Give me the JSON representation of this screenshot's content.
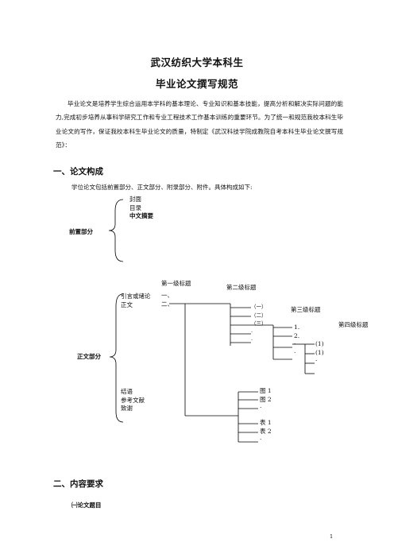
{
  "doc": {
    "title_line1": "武汉纺织大学本科生",
    "title_line2": "毕业论文撰写规范",
    "intro": "毕业论文是培养学生综合运用本学科的基本理论、专业知识和基本技能，提高分析和解决实际问题的能力,完成初步培养从事科学研究工作和专业工程技术工作基本训练的重要环节。为了统一和规范我校本科生毕业论文的写作，保证我校本科生毕业论文的质量，特制定《武汉科技学院成教院自考本科生毕业论文撰写规范》：",
    "section1_heading": "一、论文构成",
    "section1_intro": "学位论文包括前置部分、正文部分、附录部分、附件。具体构成如下:",
    "front_label": "前置部分",
    "front_items": [
      "封面",
      "目录",
      "中文摘要"
    ],
    "body_label": "正文部分",
    "body_items_top": [
      "引言或绪论",
      "正文"
    ],
    "body_items_bottom": [
      "结语",
      "参考文献",
      "致谢"
    ],
    "level1_heading": "第一级标题",
    "level1_items": [
      "一、",
      "二、"
    ],
    "level2_heading": "第二级标题",
    "level2_items": [
      "（一）",
      "（二）",
      "（三）",
      "·",
      "·"
    ],
    "level3_heading": "第三级标题",
    "level3_items": [
      "1.",
      "2.",
      "·",
      "·"
    ],
    "level4_heading": "第四级标题",
    "level4_items": [
      "(1)",
      "(1)",
      "·"
    ],
    "figures": [
      "图 1",
      "图 2",
      "·"
    ],
    "tables": [
      "表 1",
      "表 2",
      "·"
    ],
    "section2_heading": "二、内容要求",
    "subsection1_heading": "㈠论文题目",
    "page_number": "1"
  }
}
